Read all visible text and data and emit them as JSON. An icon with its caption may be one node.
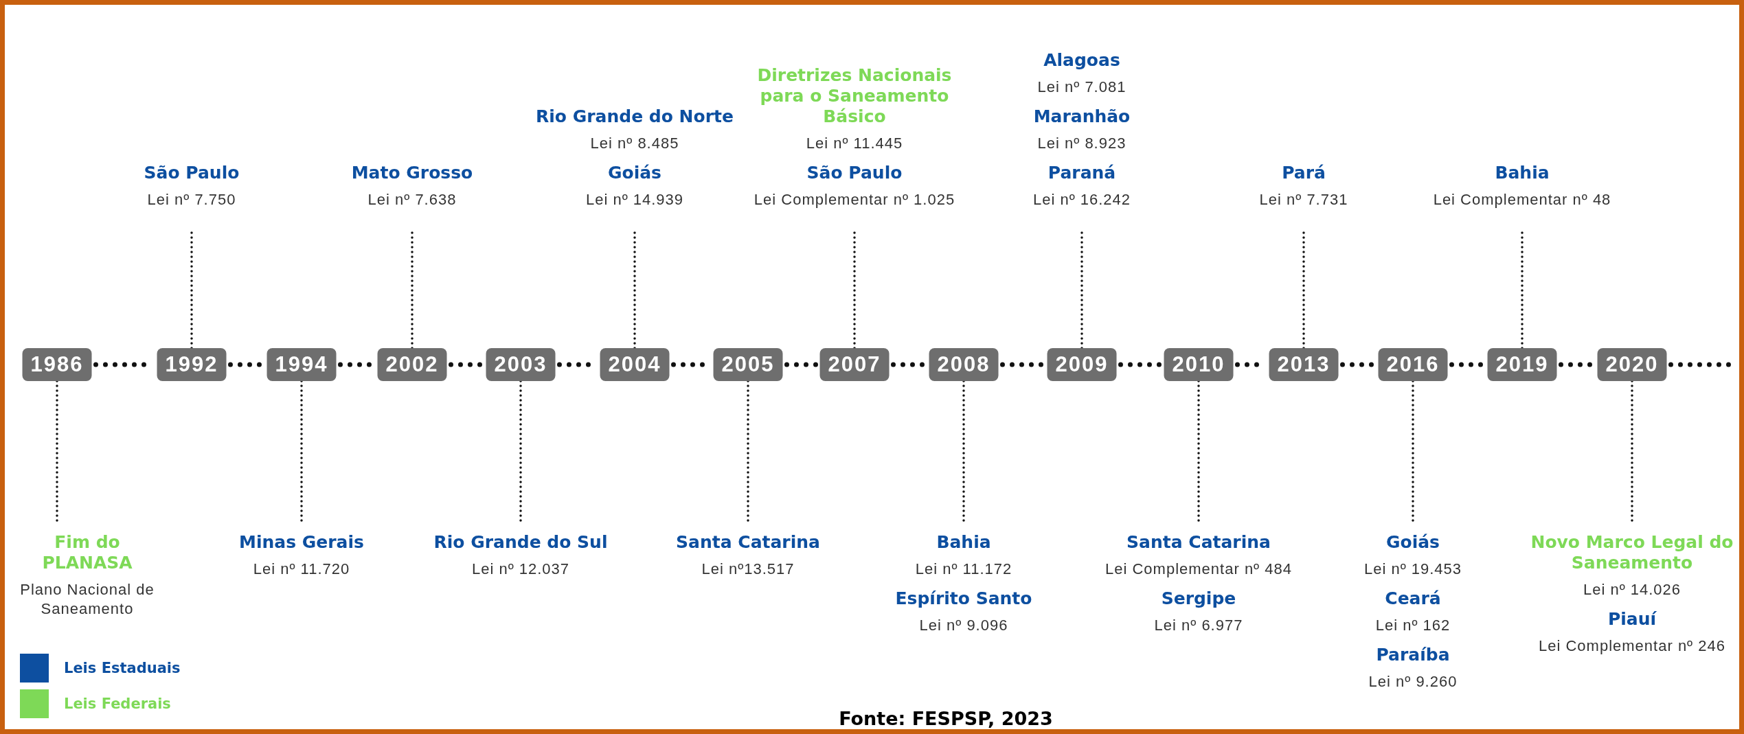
{
  "diagram": {
    "caption": "Fonte: FESPSP, 2023",
    "nodes": [
      {
        "text": [
          "1986"
        ]
      },
      {
        "text": [
          "1992"
        ]
      },
      {
        "text": [
          "1994"
        ]
      },
      {
        "text": [
          "2002"
        ]
      },
      {
        "text": [
          "2003"
        ]
      },
      {
        "text": [
          "2004"
        ]
      },
      {
        "text": [
          "2005"
        ]
      },
      {
        "text": [
          "2007"
        ]
      },
      {
        "text": [
          "2008"
        ]
      },
      {
        "text": [
          "2009"
        ]
      },
      {
        "text": [
          "2010"
        ]
      },
      {
        "text": [
          "2013"
        ]
      },
      {
        "text": [
          "2016"
        ]
      },
      {
        "text": [
          "2019"
        ]
      },
      {
        "text": [
          "2020"
        ]
      },
      {
        "text": [
          "Fim do PLANASA",
          "Plano Nacional de Saneamento"
        ]
      },
      {
        "text": [
          "São Paulo",
          "Lei nº 7.750"
        ]
      },
      {
        "text": [
          "Minas Gerais",
          "Lei nº 11.720"
        ]
      },
      {
        "text": [
          "Mato Grosso",
          "Lei nº 7.638"
        ]
      },
      {
        "text": [
          "Rio Grande do Sul",
          "Lei nº 12.037"
        ]
      },
      {
        "text": [
          "Rio Grande do Norte",
          "Lei nº 8.485",
          "Goiás",
          "Lei nº 14.939"
        ]
      },
      {
        "text": [
          "Santa Catarina",
          "Lei nº13.517"
        ]
      },
      {
        "text": [
          "Diretrizes Nacionais para o Saneamento Básico",
          "Lei nº 11.445",
          "São Paulo",
          "Lei Complementar nº 1.025"
        ]
      },
      {
        "text": [
          "Bahia",
          "Lei nº 11.172",
          "Espírito Santo",
          "Lei nº 9.096"
        ]
      },
      {
        "text": [
          "Alagoas",
          "Lei nº 7.081",
          "Maranhão",
          "Lei nº 8.923",
          "Paraná",
          "Lei nº 16.242"
        ]
      },
      {
        "text": [
          "Santa Catarina",
          "Lei Complementar nº 484",
          "Sergipe",
          "Lei nº 6.977"
        ]
      },
      {
        "text": [
          "Pará",
          "Lei nº 7.731"
        ]
      },
      {
        "text": [
          "Goiás",
          "Lei nº 19.453",
          "Ceará",
          "Lei nº 162",
          "Paraíba",
          "Lei nº 9.260"
        ]
      },
      {
        "text": [
          "Bahia",
          "Lei Complementar nº 48"
        ]
      },
      {
        "text": [
          "Novo Marco Legal do Saneamento",
          "Lei nº 14.026",
          "Piauí",
          "Lei Complementar nº 246"
        ]
      }
    ],
    "edges": [
      {
        "from": 0,
        "to": 1,
        "arrow": "none",
        "style": "dashed"
      },
      {
        "from": 1,
        "to": 2,
        "arrow": "none",
        "style": "dashed"
      },
      {
        "from": 2,
        "to": 3,
        "arrow": "none",
        "style": "dashed"
      },
      {
        "from": 3,
        "to": 4,
        "arrow": "none",
        "style": "dashed"
      },
      {
        "from": 4,
        "to": 5,
        "arrow": "none",
        "style": "dashed"
      },
      {
        "from": 5,
        "to": 6,
        "arrow": "none",
        "style": "dashed"
      },
      {
        "from": 6,
        "to": 7,
        "arrow": "none",
        "style": "dashed"
      },
      {
        "from": 7,
        "to": 8,
        "arrow": "none",
        "style": "dashed"
      },
      {
        "from": 8,
        "to": 9,
        "arrow": "none",
        "style": "dashed"
      },
      {
        "from": 9,
        "to": 10,
        "arrow": "none",
        "style": "dashed"
      },
      {
        "from": 10,
        "to": 11,
        "arrow": "none",
        "style": "dashed"
      },
      {
        "from": 11,
        "to": 12,
        "arrow": "none",
        "style": "dashed"
      },
      {
        "from": 12,
        "to": 13,
        "arrow": "none",
        "style": "dashed"
      },
      {
        "from": 13,
        "to": 14,
        "arrow": "none",
        "style": "dashed"
      },
      {
        "from": 14,
        "to": null,
        "arrow": "none",
        "style": "dashed"
      },
      {
        "from": 0,
        "to": 15,
        "arrow": "none",
        "style": "dashed"
      },
      {
        "from": 1,
        "to": 16,
        "arrow": "none",
        "style": "dashed"
      },
      {
        "from": 2,
        "to": 17,
        "arrow": "none",
        "style": "dashed"
      },
      {
        "from": 3,
        "to": 18,
        "arrow": "none",
        "style": "dashed"
      },
      {
        "from": 4,
        "to": 19,
        "arrow": "none",
        "style": "dashed"
      },
      {
        "from": 5,
        "to": 20,
        "arrow": "none",
        "style": "dashed"
      },
      {
        "from": 6,
        "to": 21,
        "arrow": "none",
        "style": "dashed"
      },
      {
        "from": 7,
        "to": 22,
        "arrow": "none",
        "style": "dashed"
      },
      {
        "from": 8,
        "to": 23,
        "arrow": "none",
        "style": "dashed"
      },
      {
        "from": 9,
        "to": 24,
        "arrow": "none",
        "style": "dashed"
      },
      {
        "from": 10,
        "to": 25,
        "arrow": "none",
        "style": "dashed"
      },
      {
        "from": 11,
        "to": 26,
        "arrow": "none",
        "style": "dashed"
      },
      {
        "from": 12,
        "to": 27,
        "arrow": "none",
        "style": "dashed"
      },
      {
        "from": 13,
        "to": 28,
        "arrow": "none",
        "style": "dashed"
      },
      {
        "from": 14,
        "to": 29,
        "arrow": "none",
        "style": "dashed"
      }
    ],
    "legend": [
      {
        "text": "Leis Estaduais",
        "color": "#0d4fa0"
      },
      {
        "text": "Leis Federais",
        "color": "#7ed957"
      }
    ]
  }
}
